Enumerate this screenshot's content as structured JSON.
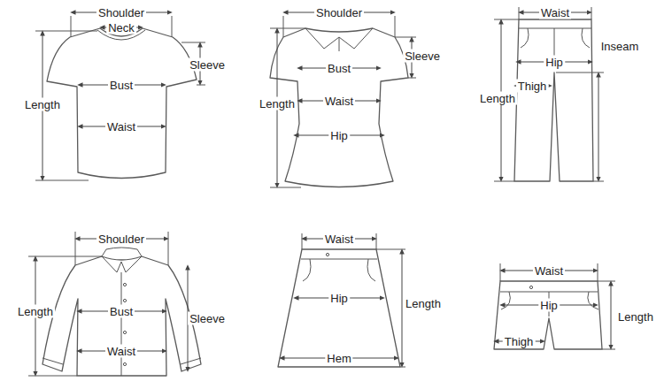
{
  "diagram": {
    "labels": [
      "Shoulder",
      "Neck",
      "Sleeve",
      "Bust",
      "Length",
      "Waist",
      "Shoulder",
      "Sleeve",
      "Bust",
      "Length",
      "Waist",
      "Hip",
      "Waist",
      "Inseam",
      "Hip",
      "Length",
      "Thigh",
      "Shoulder",
      "Length",
      "Bust",
      "Sleeve",
      "Waist",
      "Waist",
      "Hip",
      "Length",
      "Hem",
      "Waist",
      "Hip",
      "Length",
      "Thigh"
    ]
  }
}
